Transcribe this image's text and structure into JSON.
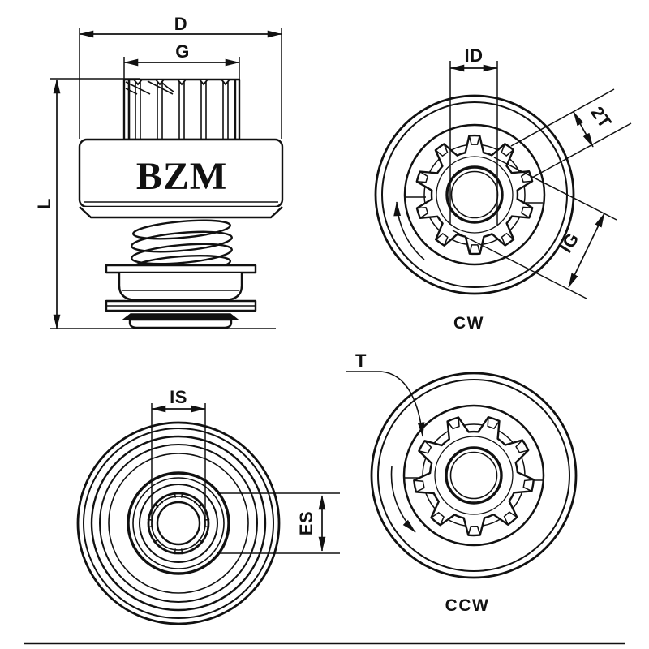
{
  "drawing": {
    "side_view": {
      "dim_d": "D",
      "dim_g": "G",
      "dim_l": "L",
      "brand": "BZM"
    },
    "cw_view": {
      "dim_id": "ID",
      "dim_2t": "2T",
      "dim_ig": "IG",
      "caption": "CW"
    },
    "back_view": {
      "dim_is": "IS",
      "dim_es": "ES"
    },
    "ccw_view": {
      "dim_t": "T",
      "caption": "CCW"
    },
    "colors": {
      "line": "#111111",
      "background": "#ffffff"
    }
  }
}
